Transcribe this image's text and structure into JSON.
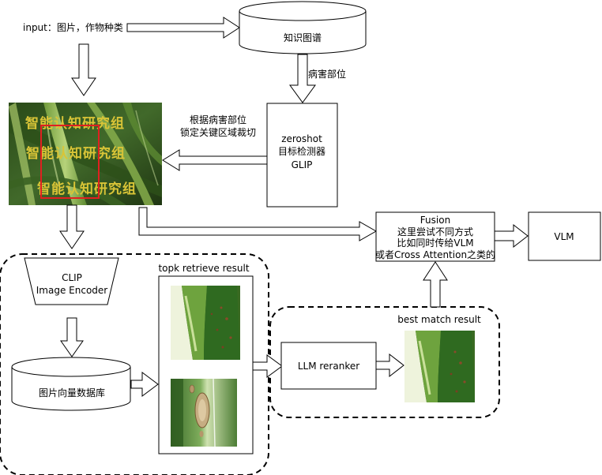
{
  "input_label": "input：图片，作物种类",
  "knowledge_graph": "知识图谱",
  "disease_part_label": "病害部位",
  "detector": {
    "line1": "zeroshot",
    "line2": "目标检测器",
    "line3": "GLIP"
  },
  "crop_note": {
    "line1": "根据病害部位",
    "line2": "锁定关键区域裁切"
  },
  "watermark_text": "智能认知研究组",
  "clip_encoder": {
    "line1": "CLIP",
    "line2": "Image Encoder"
  },
  "vector_db": "图片向量数据库",
  "topk_title": "topk retrieve result",
  "llm_reranker": "LLM reranker",
  "best_match_title": "best match result",
  "fusion": {
    "line1": "Fusion",
    "line2": "这里尝试不同方式",
    "line3": "比如同时传给VLM",
    "line4": "或者Cross Attention之类的"
  },
  "vlm": "VLM",
  "colors": {
    "stroke": "#000000",
    "crop_box": "#e02020",
    "watermark": "#d9c437",
    "leaf_dark": "#1e3a14",
    "leaf_mid": "#4f7a2c",
    "leaf_light": "#9cbf5a"
  }
}
